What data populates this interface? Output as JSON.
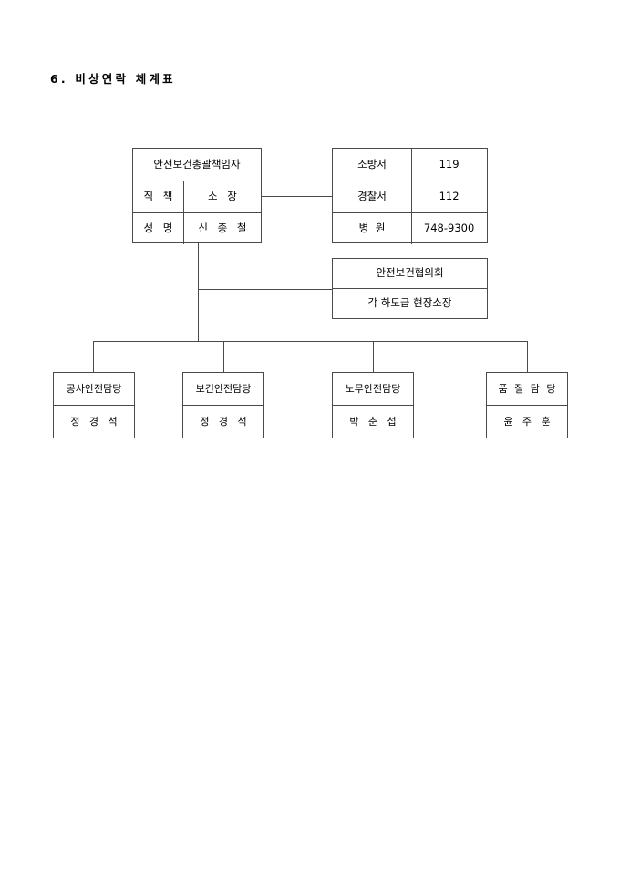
{
  "document": {
    "title": "6. 비상연락 체계표"
  },
  "responsible": {
    "heading": "안전보건총괄책임자",
    "rows": [
      {
        "label": "직 책",
        "value": "소      장"
      },
      {
        "label": "성 명",
        "value": "신 종 철"
      }
    ]
  },
  "contacts": {
    "rows": [
      {
        "org": "소방서",
        "number": "119"
      },
      {
        "org": "경찰서",
        "number": "112"
      },
      {
        "org": "병  원",
        "number": "748-9300"
      }
    ]
  },
  "council": {
    "heading": "안전보건협의회",
    "subheading": "각 하도급 현장소장"
  },
  "departments": [
    {
      "role": "공사안전담당",
      "name": "정 경 석"
    },
    {
      "role": "보건안전담당",
      "name": "정 경 석"
    },
    {
      "role": "노무안전담당",
      "name": "박 춘 섭"
    },
    {
      "role": "품 질 담 당",
      "name": "윤 주 훈"
    }
  ],
  "colors": {
    "line": "#4a4a4a",
    "text": "#000000",
    "background": "#ffffff"
  }
}
